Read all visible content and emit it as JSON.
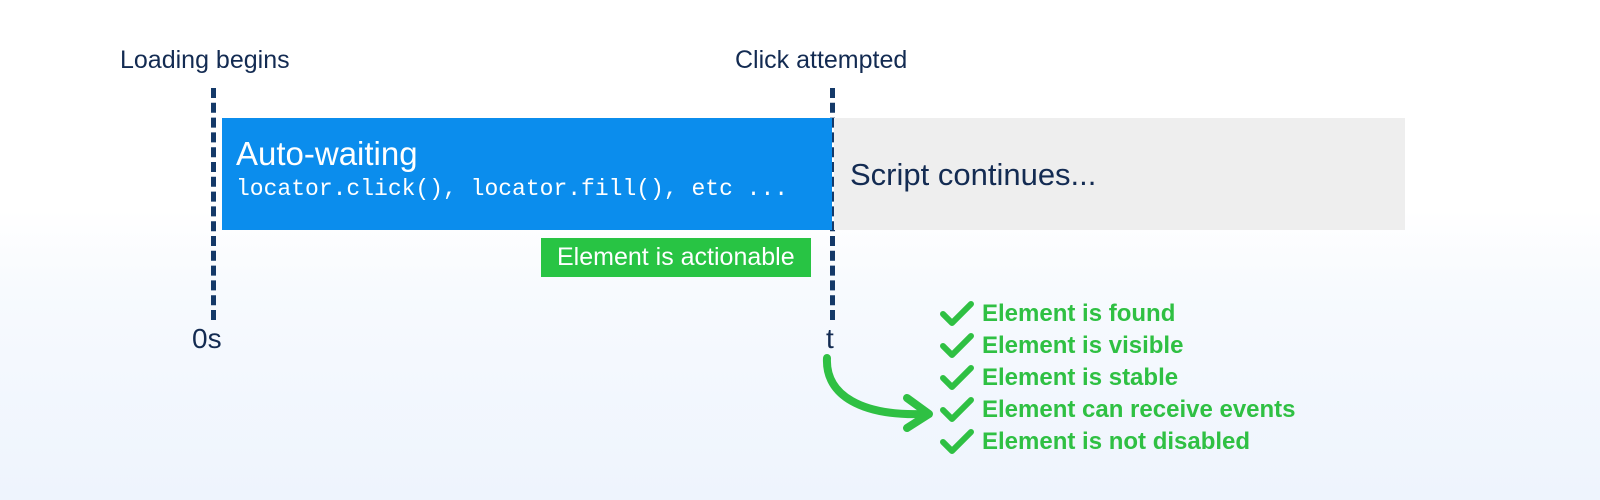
{
  "colors": {
    "accent_blue": "#0b8ded",
    "accent_green": "#28c444",
    "check_green": "#2fc043",
    "navy_text": "#132b52",
    "gray_bar": "#eeeeee",
    "background_top": "#ffffff",
    "background_bottom": "#eef4fd"
  },
  "markers": {
    "start_label": "Loading begins",
    "end_label": "Click attempted"
  },
  "timeline": {
    "auto_waiting": {
      "title": "Auto-waiting",
      "code": "locator.click(), locator.fill(), etc ..."
    },
    "script": {
      "label": "Script continues..."
    },
    "badge": {
      "label": "Element is actionable"
    }
  },
  "axis": {
    "start_tick": "0s",
    "end_tick": "t"
  },
  "checklist": {
    "items": [
      {
        "label": "Element is found",
        "icon": "check-icon"
      },
      {
        "label": "Element is visible",
        "icon": "check-icon"
      },
      {
        "label": "Element is stable",
        "icon": "check-icon"
      },
      {
        "label": "Element can receive events",
        "icon": "check-icon"
      },
      {
        "label": "Element is not disabled",
        "icon": "check-icon"
      }
    ]
  },
  "annotations": {
    "arrow": "curved-arrow-icon"
  }
}
